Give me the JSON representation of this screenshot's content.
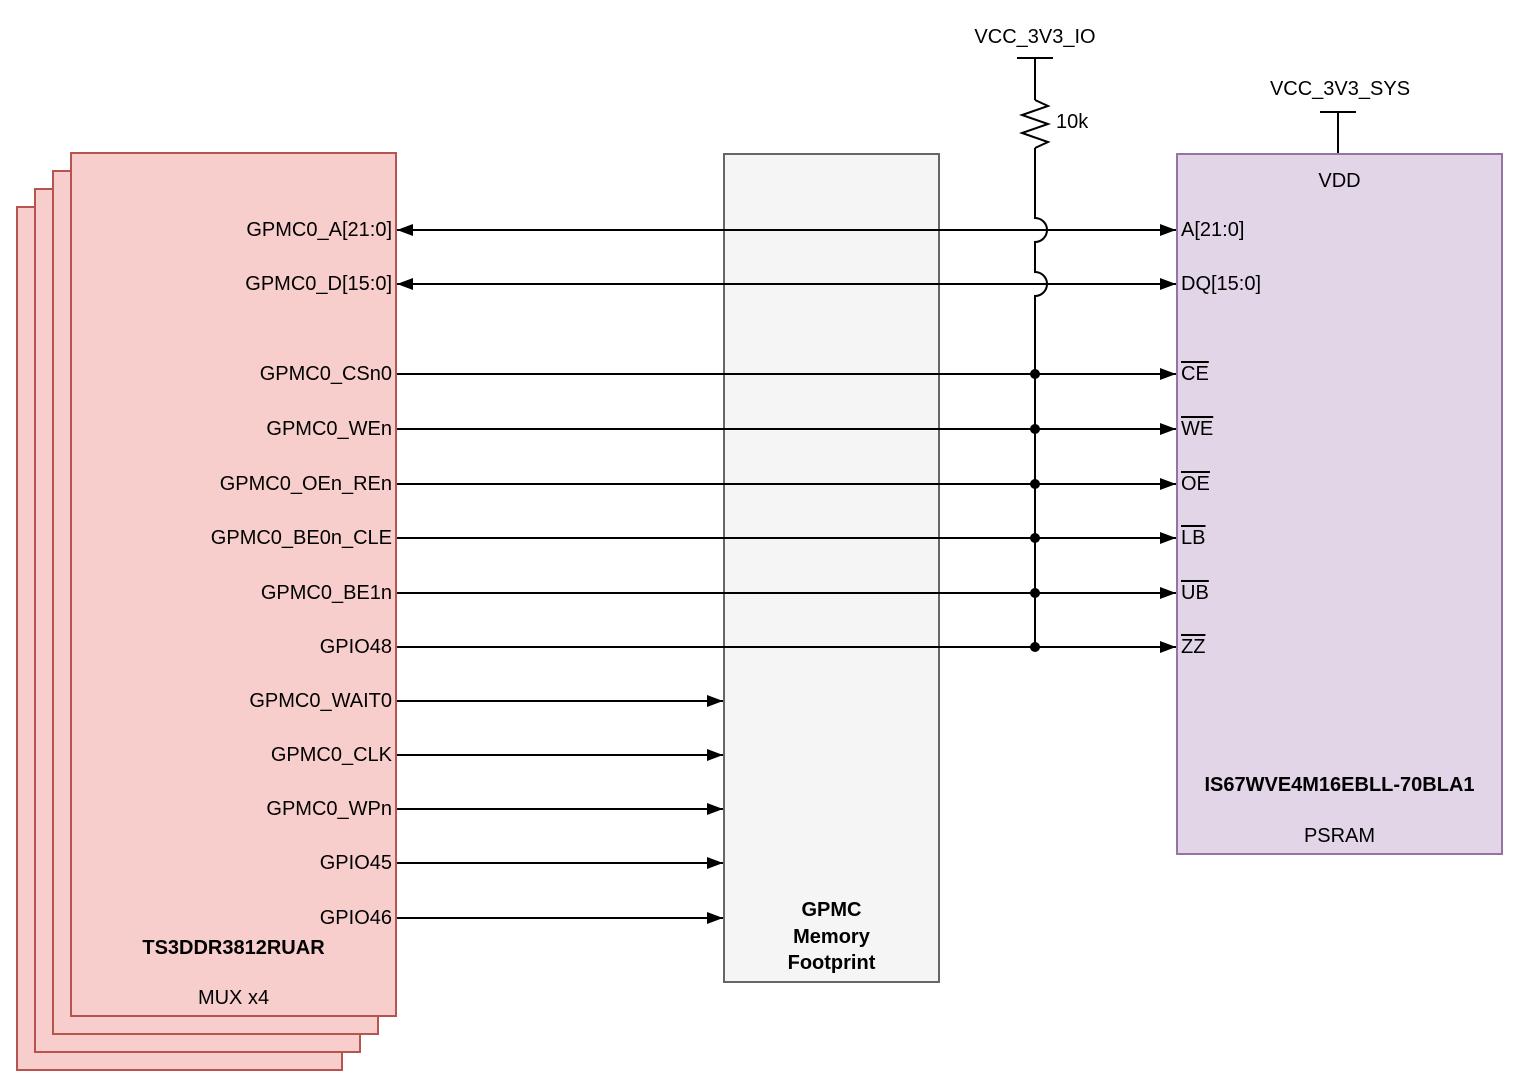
{
  "diagram": {
    "mux_block": {
      "part_number": "TS3DDR3812RUAR",
      "variant_label": "MUX x4",
      "pins": [
        "GPMC0_A[21:0]",
        "GPMC0_D[15:0]",
        "GPMC0_CSn0",
        "GPMC0_WEn",
        "GPMC0_OEn_REn",
        "GPMC0_BE0n_CLE",
        "GPMC0_BE1n",
        "GPIO48",
        "GPMC0_WAIT0",
        "GPMC0_CLK",
        "GPMC0_WPn",
        "GPIO45",
        "GPIO46"
      ]
    },
    "footprint_block": {
      "title_lines": [
        "GPMC",
        "Memory",
        "Footprint"
      ]
    },
    "psram_block": {
      "part_number": "IS67WVE4M16EBLL-70BLA1",
      "device_type": "PSRAM",
      "power_pin": "VDD",
      "pins": [
        {
          "label": "A[21:0]",
          "active_low": false
        },
        {
          "label": "DQ[15:0]",
          "active_low": false
        },
        {
          "label": "CE",
          "active_low": true
        },
        {
          "label": "WE",
          "active_low": true
        },
        {
          "label": "OE",
          "active_low": true
        },
        {
          "label": "LB",
          "active_low": true
        },
        {
          "label": "UB",
          "active_low": true
        },
        {
          "label": "ZZ",
          "active_low": true
        }
      ]
    },
    "power": {
      "io_rail": "VCC_3V3_IO",
      "pullup_value": "10k",
      "sys_rail": "VCC_3V3_SYS"
    },
    "colors": {
      "mux_fill": "#f8cecc",
      "mux_stroke": "#b85450",
      "footprint_fill": "#f5f5f5",
      "footprint_stroke": "#666666",
      "psram_fill": "#e1d5e7",
      "psram_stroke": "#9673a6",
      "wire": "#000000"
    }
  }
}
